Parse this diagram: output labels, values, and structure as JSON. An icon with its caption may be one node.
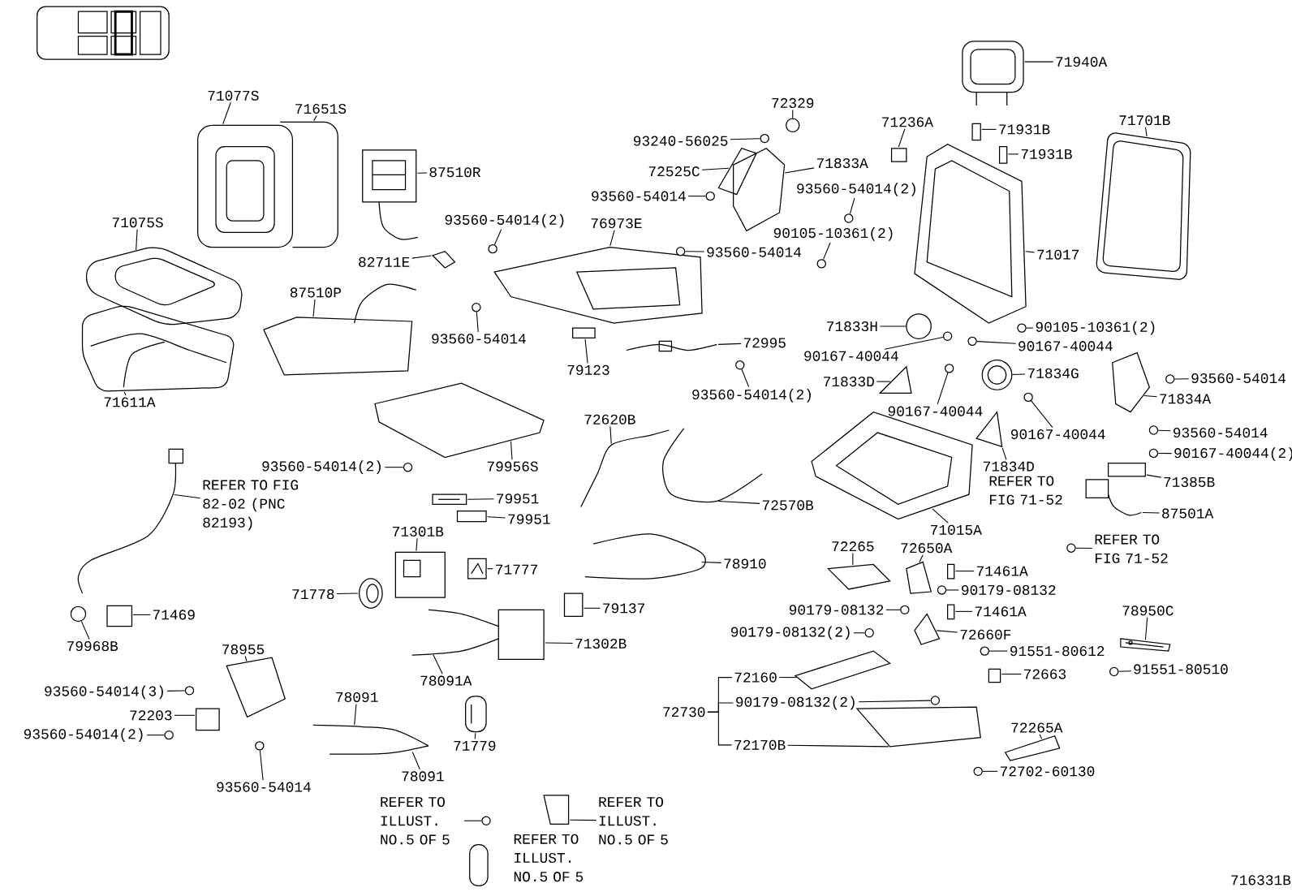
{
  "diagram": {
    "nodes": [
      {
        "text": [
          "71077S"
        ]
      },
      {
        "text": [
          "71651S"
        ]
      },
      {
        "text": [
          "87510R"
        ]
      },
      {
        "text": [
          "71075S"
        ]
      },
      {
        "text": [
          "82711E"
        ]
      },
      {
        "text": [
          "87510P"
        ]
      },
      {
        "text": [
          "71611A"
        ]
      },
      {
        "text": [
          "93560-54014(2)"
        ]
      },
      {
        "text": [
          "76973E"
        ]
      },
      {
        "text": [
          "93560-54014"
        ]
      },
      {
        "text": [
          "93560-54014"
        ]
      },
      {
        "text": [
          "72329"
        ]
      },
      {
        "text": [
          "93240-56025"
        ]
      },
      {
        "text": [
          "72525C"
        ]
      },
      {
        "text": [
          "71833A"
        ]
      },
      {
        "text": [
          "93560-54014"
        ]
      },
      {
        "text": [
          "93560-54014(2)"
        ]
      },
      {
        "text": [
          "90105-10361(2)"
        ]
      },
      {
        "text": [
          "71236A"
        ]
      },
      {
        "text": [
          "71931B"
        ]
      },
      {
        "text": [
          "71931B"
        ]
      },
      {
        "text": [
          "71940A"
        ]
      },
      {
        "text": [
          "71701B"
        ]
      },
      {
        "text": [
          "71017"
        ]
      },
      {
        "text": [
          "71833H"
        ]
      },
      {
        "text": [
          "90105-10361(2)"
        ]
      },
      {
        "text": [
          "90167-40044"
        ]
      },
      {
        "text": [
          "90167-40044"
        ]
      },
      {
        "text": [
          "79123"
        ]
      },
      {
        "text": [
          "72995"
        ]
      },
      {
        "text": [
          "93560-54014(2)"
        ]
      },
      {
        "text": [
          "71833D"
        ]
      },
      {
        "text": [
          "90167-40044"
        ]
      },
      {
        "text": [
          "71834G"
        ]
      },
      {
        "text": [
          "93560-54014"
        ]
      },
      {
        "text": [
          "71834A"
        ]
      },
      {
        "text": [
          "90167-40044"
        ]
      },
      {
        "text": [
          "93560-54014"
        ]
      },
      {
        "text": [
          "90167-40044(2)"
        ]
      },
      {
        "text": [
          "71834D"
        ]
      },
      {
        "text": [
          "71385B"
        ]
      },
      {
        "text": [
          "87501A"
        ]
      },
      {
        "text": [
          "71015A"
        ]
      },
      {
        "text": [
          "REFER TO FIG 71-52"
        ]
      },
      {
        "text": [
          "72620B"
        ]
      },
      {
        "text": [
          "79956S"
        ]
      },
      {
        "text": [
          "93560-54014(2)"
        ]
      },
      {
        "text": [
          "REFER TO FIG 82-02 (PNC 82193)"
        ]
      },
      {
        "text": [
          "79951"
        ]
      },
      {
        "text": [
          "79951"
        ]
      },
      {
        "text": [
          "72570B"
        ]
      },
      {
        "text": [
          "71301B"
        ]
      },
      {
        "text": [
          "71777"
        ]
      },
      {
        "text": [
          "71778"
        ]
      },
      {
        "text": [
          "78910"
        ]
      },
      {
        "text": [
          "72265"
        ]
      },
      {
        "text": [
          "72650A"
        ]
      },
      {
        "text": [
          "71461A"
        ]
      },
      {
        "text": [
          "90179-08132"
        ]
      },
      {
        "text": [
          "90179-08132"
        ]
      },
      {
        "text": [
          "71461A"
        ]
      },
      {
        "text": [
          "90179-08132(2)"
        ]
      },
      {
        "text": [
          "72660F"
        ]
      },
      {
        "text": [
          "78950C"
        ]
      },
      {
        "text": [
          "91551-80612"
        ]
      },
      {
        "text": [
          "91551-80510"
        ]
      },
      {
        "text": [
          "72663"
        ]
      },
      {
        "text": [
          "71469"
        ]
      },
      {
        "text": [
          "79968B"
        ]
      },
      {
        "text": [
          "79137"
        ]
      },
      {
        "text": [
          "71302B"
        ]
      },
      {
        "text": [
          "78091A"
        ]
      },
      {
        "text": [
          "78955"
        ]
      },
      {
        "text": [
          "93560-54014(3)"
        ]
      },
      {
        "text": [
          "72203"
        ]
      },
      {
        "text": [
          "93560-54014(2)"
        ]
      },
      {
        "text": [
          "93560-54014"
        ]
      },
      {
        "text": [
          "78091"
        ]
      },
      {
        "text": [
          "78091"
        ]
      },
      {
        "text": [
          "71779"
        ]
      },
      {
        "text": [
          "72730"
        ]
      },
      {
        "text": [
          "72160"
        ]
      },
      {
        "text": [
          "90179-08132(2)"
        ]
      },
      {
        "text": [
          "72170B"
        ]
      },
      {
        "text": [
          "72265A"
        ]
      },
      {
        "text": [
          "72702-60130"
        ]
      },
      {
        "text": [
          "REFER TO ILLUST. NO.5 OF 5"
        ]
      },
      {
        "text": [
          "REFER TO ILLUST. NO.5 OF 5"
        ]
      },
      {
        "text": [],
        "shape": "picture"
      },
      {
        "text": [],
        "shape": "picture"
      },
      {
        "text": [],
        "shape": "picture"
      },
      {
        "text": [],
        "shape": "picture"
      },
      {
        "text": [],
        "shape": "picture"
      },
      {
        "text": [],
        "shape": "picture"
      },
      {
        "text": [],
        "shape": "picture"
      },
      {
        "text": [],
        "shape": "circle"
      },
      {
        "text": [],
        "shape": "picture"
      },
      {
        "text": [],
        "shape": "circle"
      },
      {
        "text": [],
        "shape": "circle"
      },
      {
        "text": [],
        "shape": "circle"
      },
      {
        "text": [],
        "shape": "circle"
      },
      {
        "text": [],
        "shape": "picture"
      },
      {
        "text": [],
        "shape": "picture"
      },
      {
        "text": [],
        "shape": "circle"
      },
      {
        "text": [],
        "shape": "circle"
      },
      {
        "text": [],
        "shape": "circle"
      },
      {
        "text": [],
        "shape": "box"
      },
      {
        "text": [],
        "shape": "box"
      },
      {
        "text": [],
        "shape": "box"
      },
      {
        "text": [],
        "shape": "picture"
      },
      {
        "text": [],
        "shape": "picture"
      },
      {
        "text": [],
        "shape": "picture"
      },
      {
        "text": [],
        "shape": "circle"
      },
      {
        "text": [],
        "shape": "circle"
      },
      {
        "text": [],
        "shape": "circle"
      },
      {
        "text": [],
        "shape": "circle"
      },
      {
        "text": [],
        "shape": "box"
      },
      {
        "text": [],
        "shape": "picture"
      },
      {
        "text": [],
        "shape": "circle"
      },
      {
        "text": [],
        "shape": "picture"
      },
      {
        "text": [],
        "shape": "circle"
      },
      {
        "text": [],
        "shape": "circle"
      },
      {
        "text": [],
        "shape": "circle"
      },
      {
        "text": [],
        "shape": "picture"
      },
      {
        "text": [],
        "shape": "circle"
      },
      {
        "text": [],
        "shape": "circle"
      },
      {
        "text": [],
        "shape": "circle"
      },
      {
        "text": [],
        "shape": "picture"
      },
      {
        "text": [],
        "shape": "box"
      },
      {
        "text": [],
        "shape": "picture"
      },
      {
        "text": [],
        "shape": "picture"
      },
      {
        "text": [],
        "shape": "circle"
      },
      {
        "text": [],
        "shape": "picture"
      },
      {
        "text": [],
        "shape": "picture"
      },
      {
        "text": [],
        "shape": "circle"
      },
      {
        "text": [],
        "shape": "picture"
      },
      {
        "text": [],
        "shape": "picture"
      },
      {
        "text": [],
        "shape": "box"
      },
      {
        "text": [],
        "shape": "box"
      },
      {
        "text": [],
        "shape": "picture"
      },
      {
        "text": [],
        "shape": "picture"
      },
      {
        "text": [],
        "shape": "box"
      },
      {
        "text": [],
        "shape": "picture"
      },
      {
        "text": [],
        "shape": "picture"
      },
      {
        "text": [],
        "shape": "picture"
      },
      {
        "text": [],
        "shape": "box"
      },
      {
        "text": [],
        "shape": "circle"
      },
      {
        "text": [],
        "shape": "circle"
      },
      {
        "text": [],
        "shape": "box"
      },
      {
        "text": [],
        "shape": "circle"
      },
      {
        "text": [],
        "shape": "picture"
      },
      {
        "text": [],
        "shape": "picture"
      },
      {
        "text": [],
        "shape": "circle"
      },
      {
        "text": [],
        "shape": "circle"
      },
      {
        "text": [],
        "shape": "box"
      },
      {
        "text": [],
        "shape": "box"
      },
      {
        "text": [],
        "shape": "circle"
      },
      {
        "text": [],
        "shape": "box"
      },
      {
        "text": [],
        "shape": "picture"
      },
      {
        "text": [],
        "shape": "picture"
      },
      {
        "text": [],
        "shape": "picture"
      },
      {
        "text": [],
        "shape": "circle"
      },
      {
        "text": [],
        "shape": "box"
      },
      {
        "text": [],
        "shape": "circle"
      },
      {
        "text": [],
        "shape": "circle"
      },
      {
        "text": [],
        "shape": "picture"
      },
      {
        "text": [],
        "shape": "picture"
      },
      {
        "text": [],
        "shape": "picture"
      },
      {
        "text": [],
        "shape": "picture"
      },
      {
        "text": [],
        "shape": "circle"
      },
      {
        "text": [],
        "shape": "picture"
      },
      {
        "text": [],
        "shape": "picture"
      },
      {
        "text": [],
        "shape": "circle"
      },
      {
        "text": [],
        "shape": "circle"
      },
      {
        "text": [],
        "shape": "picture"
      }
    ],
    "edges": [
      {
        "from": 0,
        "to": 88,
        "arrow": "none"
      },
      {
        "from": 1,
        "to": 89,
        "arrow": "none"
      },
      {
        "from": 2,
        "to": 90,
        "arrow": "none"
      },
      {
        "from": 3,
        "to": 91,
        "arrow": "none"
      },
      {
        "from": 4,
        "to": 92,
        "arrow": "none"
      },
      {
        "from": 5,
        "to": 93,
        "arrow": "none"
      },
      {
        "from": 6,
        "to": 94,
        "arrow": "none"
      },
      {
        "from": 7,
        "to": 95,
        "arrow": "none"
      },
      {
        "from": 8,
        "to": 96,
        "arrow": "none"
      },
      {
        "from": 9,
        "to": 97,
        "arrow": "none"
      },
      {
        "from": 10,
        "to": 98,
        "arrow": "none"
      },
      {
        "from": 11,
        "to": 99,
        "arrow": "none"
      },
      {
        "from": 12,
        "to": 100,
        "arrow": "none"
      },
      {
        "from": 13,
        "to": 101,
        "arrow": "none"
      },
      {
        "from": 14,
        "to": 102,
        "arrow": "none"
      },
      {
        "from": 15,
        "to": 103,
        "arrow": "none"
      },
      {
        "from": 16,
        "to": 104,
        "arrow": "none"
      },
      {
        "from": 17,
        "to": 105,
        "arrow": "none"
      },
      {
        "from": 18,
        "to": 106,
        "arrow": "none"
      },
      {
        "from": 19,
        "to": 107,
        "arrow": "none"
      },
      {
        "from": 20,
        "to": 108,
        "arrow": "none"
      },
      {
        "from": 21,
        "to": 109,
        "arrow": "none"
      },
      {
        "from": 22,
        "to": 110,
        "arrow": "none"
      },
      {
        "from": 23,
        "to": 111,
        "arrow": "none"
      },
      {
        "from": 24,
        "to": 112,
        "arrow": "none"
      },
      {
        "from": 25,
        "to": 113,
        "arrow": "none"
      },
      {
        "from": 26,
        "to": 114,
        "arrow": "none"
      },
      {
        "from": 27,
        "to": 115,
        "arrow": "none"
      },
      {
        "from": 28,
        "to": 116,
        "arrow": "none"
      },
      {
        "from": 29,
        "to": 117,
        "arrow": "none"
      },
      {
        "from": 30,
        "to": 118,
        "arrow": "none"
      },
      {
        "from": 31,
        "to": 119,
        "arrow": "none"
      },
      {
        "from": 32,
        "to": 120,
        "arrow": "none"
      },
      {
        "from": 33,
        "to": 121,
        "arrow": "none"
      },
      {
        "from": 34,
        "to": 122,
        "arrow": "none"
      },
      {
        "from": 35,
        "to": 123,
        "arrow": "none"
      },
      {
        "from": 36,
        "to": 124,
        "arrow": "none"
      },
      {
        "from": 37,
        "to": 125,
        "arrow": "none"
      },
      {
        "from": 38,
        "to": 126,
        "arrow": "none"
      },
      {
        "from": 39,
        "to": 127,
        "arrow": "none"
      },
      {
        "from": 40,
        "to": 128,
        "arrow": "none"
      },
      {
        "from": 41,
        "to": 129,
        "arrow": "none"
      },
      {
        "from": 42,
        "to": 130,
        "arrow": "none"
      },
      {
        "from": 43,
        "to": 131,
        "arrow": "none"
      },
      {
        "from": 44,
        "to": 132,
        "arrow": "none"
      },
      {
        "from": 45,
        "to": 133,
        "arrow": "none"
      },
      {
        "from": 46,
        "to": 134,
        "arrow": "none"
      },
      {
        "from": 47,
        "to": 135,
        "arrow": "none"
      },
      {
        "from": 48,
        "to": 136,
        "arrow": "none"
      },
      {
        "from": 49,
        "to": 137,
        "arrow": "none"
      },
      {
        "from": 50,
        "to": 138,
        "arrow": "none"
      },
      {
        "from": 51,
        "to": 139,
        "arrow": "none"
      },
      {
        "from": 52,
        "to": 140,
        "arrow": "none"
      },
      {
        "from": 53,
        "to": 141,
        "arrow": "none"
      },
      {
        "from": 54,
        "to": 142,
        "arrow": "none"
      },
      {
        "from": 55,
        "to": 143,
        "arrow": "none"
      },
      {
        "from": 56,
        "to": 144,
        "arrow": "none"
      },
      {
        "from": 57,
        "to": 145,
        "arrow": "none"
      },
      {
        "from": 58,
        "to": 146,
        "arrow": "none"
      },
      {
        "from": 59,
        "to": 147,
        "arrow": "none"
      },
      {
        "from": 60,
        "to": 148,
        "arrow": "none"
      },
      {
        "from": 61,
        "to": 149,
        "arrow": "none"
      },
      {
        "from": 62,
        "to": 150,
        "arrow": "none"
      },
      {
        "from": 63,
        "to": 151,
        "arrow": "none"
      },
      {
        "from": 64,
        "to": 152,
        "arrow": "none"
      },
      {
        "from": 65,
        "to": 153,
        "arrow": "none"
      },
      {
        "from": 66,
        "to": 154,
        "arrow": "none"
      },
      {
        "from": 67,
        "to": 155,
        "arrow": "none"
      },
      {
        "from": 68,
        "to": 156,
        "arrow": "none"
      },
      {
        "from": 69,
        "to": 157,
        "arrow": "none"
      },
      {
        "from": 70,
        "to": 158,
        "arrow": "none"
      },
      {
        "from": 71,
        "to": 159,
        "arrow": "none"
      },
      {
        "from": 72,
        "to": 160,
        "arrow": "none"
      },
      {
        "from": 73,
        "to": 161,
        "arrow": "none"
      },
      {
        "from": 74,
        "to": 162,
        "arrow": "none"
      },
      {
        "from": 75,
        "to": 163,
        "arrow": "none"
      },
      {
        "from": 76,
        "to": 164,
        "arrow": "none"
      },
      {
        "from": 77,
        "to": 165,
        "arrow": "none"
      },
      {
        "from": 78,
        "to": 166,
        "arrow": "none"
      },
      {
        "from": 79,
        "to": 167,
        "arrow": "none"
      },
      {
        "from": 80,
        "to": 81,
        "arrow": "none"
      },
      {
        "from": 80,
        "to": 82,
        "arrow": "none"
      },
      {
        "from": 80,
        "to": 83,
        "arrow": "none"
      },
      {
        "from": 81,
        "to": 168,
        "arrow": "none"
      },
      {
        "from": 82,
        "to": 169,
        "arrow": "none"
      },
      {
        "from": 83,
        "to": 170,
        "arrow": "none"
      },
      {
        "from": 84,
        "to": 171,
        "arrow": "none"
      },
      {
        "from": 85,
        "to": 172,
        "arrow": "none"
      },
      {
        "from": 86,
        "to": 173,
        "arrow": "none"
      },
      {
        "from": 87,
        "to": 174,
        "arrow": "none"
      }
    ],
    "labels": [
      "REFER TO FIG 71-52",
      "REFER TO ILLUST. NO.5 OF 5",
      "716331B"
    ]
  }
}
